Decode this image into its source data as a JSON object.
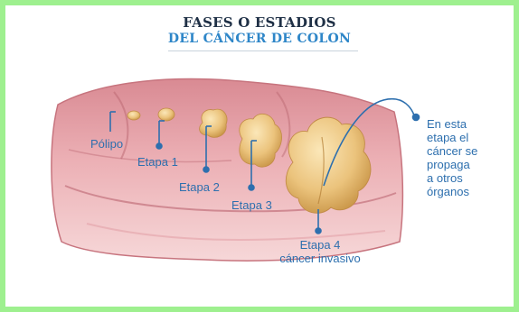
{
  "title": {
    "line1": "FASES O ESTADIOS",
    "line2": "DEL CÁNCER DE COLON"
  },
  "labels": {
    "polyp": "Pólipo",
    "stage1": "Etapa 1",
    "stage2": "Etapa 2",
    "stage3": "Etapa 3",
    "stage4_line1": "Etapa 4",
    "stage4_line2": "cáncer invasivo"
  },
  "note": "En esta\netapa el\ncáncer se\npropaga\na otros\nórganos",
  "colors": {
    "border": "#9ef08f",
    "title_dark": "#1f3046",
    "title_blue": "#2e86c8",
    "label_blue": "#2d6fae",
    "tissue": "#e9a6ac",
    "tumor": "#e8c37d"
  }
}
